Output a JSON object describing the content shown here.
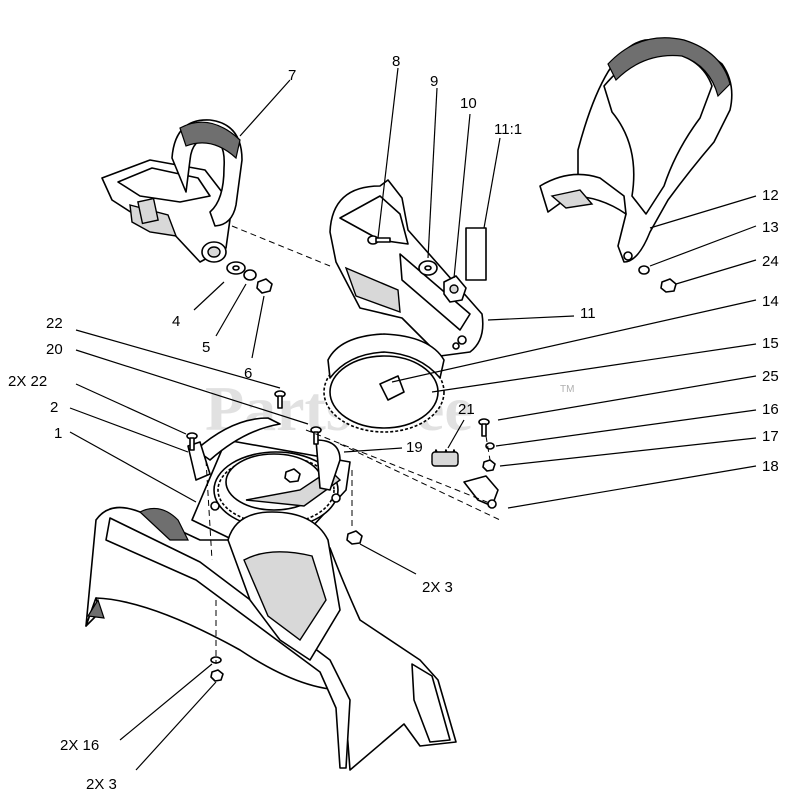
{
  "watermark": {
    "text": "PartsTree",
    "mark": "TM"
  },
  "callouts": {
    "c1": "1",
    "c2": "2",
    "c2x22": "2X 22",
    "c20": "20",
    "c22": "22",
    "c4": "4",
    "c5": "5",
    "c6": "6",
    "c7": "7",
    "c8": "8",
    "c9": "9",
    "c10": "10",
    "c11_1": "11:1",
    "c11": "11",
    "c12": "12",
    "c13": "13",
    "c24": "24",
    "c14": "14",
    "c15": "15",
    "c25": "25",
    "c21": "21",
    "c16": "16",
    "c17": "17",
    "c18": "18",
    "c19": "19",
    "c2x3_right": "2X 3",
    "c2x16": "2X 16",
    "c2x3_bottom": "2X 3"
  }
}
